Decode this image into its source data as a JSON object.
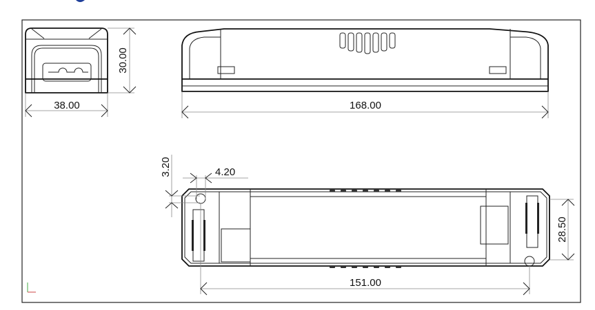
{
  "drawing": {
    "accent_color": "#1f3f9a",
    "dimensions": {
      "front_width": "38.00",
      "front_height": "30.00",
      "side_length": "168.00",
      "hole_offset_vertical": "3.20",
      "hole_offset_horizontal": "4.20",
      "hole_spacing": "151.00",
      "bottom_width": "28.50"
    }
  }
}
